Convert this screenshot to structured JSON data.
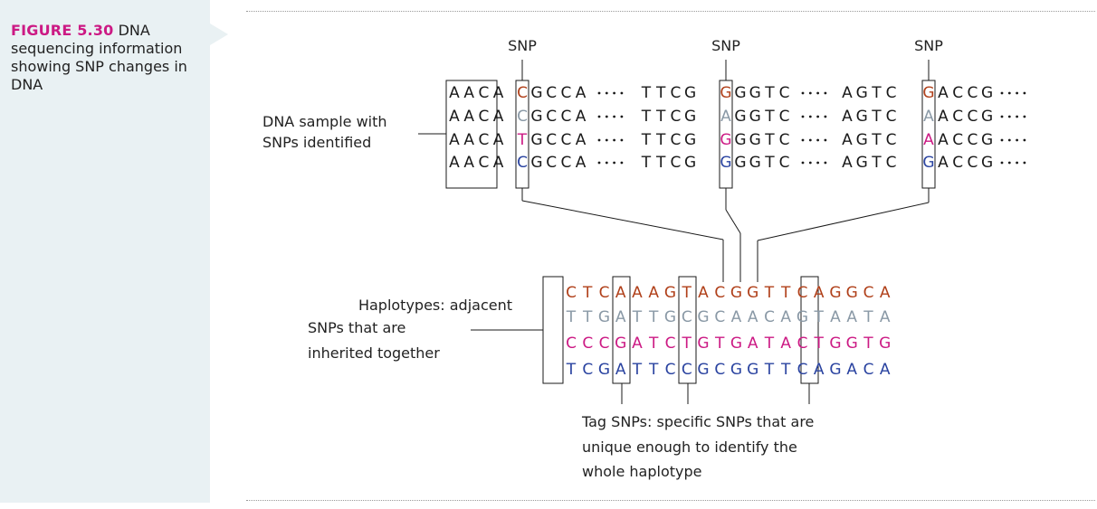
{
  "caption": {
    "figure_label": "FIGURE 5.30",
    "text": "DNA sequencing information showing SNP changes in DNA"
  },
  "colors": {
    "brown": "#b0401a",
    "gray": "#8a99a6",
    "magenta": "#cc1a84",
    "blue": "#2a43a0",
    "black": "#1a1a1a",
    "figure_label": "#cc1a84",
    "sidebar": "#e9f1f3"
  },
  "diagram": {
    "snp_labels": [
      "SNP",
      "SNP",
      "SNP"
    ],
    "sample_label": [
      "DNA sample with",
      "SNPs identified"
    ],
    "haplotype_label": [
      "Haplotypes: adjacent",
      "SNPs that are",
      "inherited together"
    ],
    "tag_label": [
      "Tag SNPs: specific SNPs that are",
      "unique enough to identify the",
      "whole haplotype"
    ],
    "dna_rows": [
      {
        "prefix": "AACA",
        "snp1": "C",
        "snp1_color": "brown",
        "mid1": "GCCA",
        "mid2": "TTCG",
        "snp2": "G",
        "snp2_color": "brown",
        "mid3": "GGTC",
        "mid4": "AGTC",
        "snp3": "G",
        "snp3_color": "brown",
        "suffix": "ACCG"
      },
      {
        "prefix": "AACA",
        "snp1": "C",
        "snp1_color": "gray",
        "mid1": "GCCA",
        "mid2": "TTCG",
        "snp2": "A",
        "snp2_color": "gray",
        "mid3": "GGTC",
        "mid4": "AGTC",
        "snp3": "A",
        "snp3_color": "gray",
        "suffix": "ACCG"
      },
      {
        "prefix": "AACA",
        "snp1": "T",
        "snp1_color": "magenta",
        "mid1": "GCCA",
        "mid2": "TTCG",
        "snp2": "G",
        "snp2_color": "magenta",
        "mid3": "GGTC",
        "mid4": "AGTC",
        "snp3": "A",
        "snp3_color": "magenta",
        "suffix": "ACCG"
      },
      {
        "prefix": "AACA",
        "snp1": "C",
        "snp1_color": "blue",
        "mid1": "GCCA",
        "mid2": "TTCG",
        "snp2": "G",
        "snp2_color": "blue",
        "mid3": "GGTC",
        "mid4": "AGTC",
        "snp3": "G",
        "snp3_color": "blue",
        "suffix": "ACCG"
      }
    ],
    "haplotype_rows": [
      {
        "sequence": "CTCAAAGTACGGTTCAGGCA",
        "color": "brown"
      },
      {
        "sequence": "TTGATTGCGCAACAGTAATA",
        "color": "gray"
      },
      {
        "sequence": "CCCGATCTGTGATACTGGTG",
        "color": "magenta"
      },
      {
        "sequence": "TCGATTCCGCGGTTCAGACA",
        "color": "blue"
      }
    ]
  }
}
